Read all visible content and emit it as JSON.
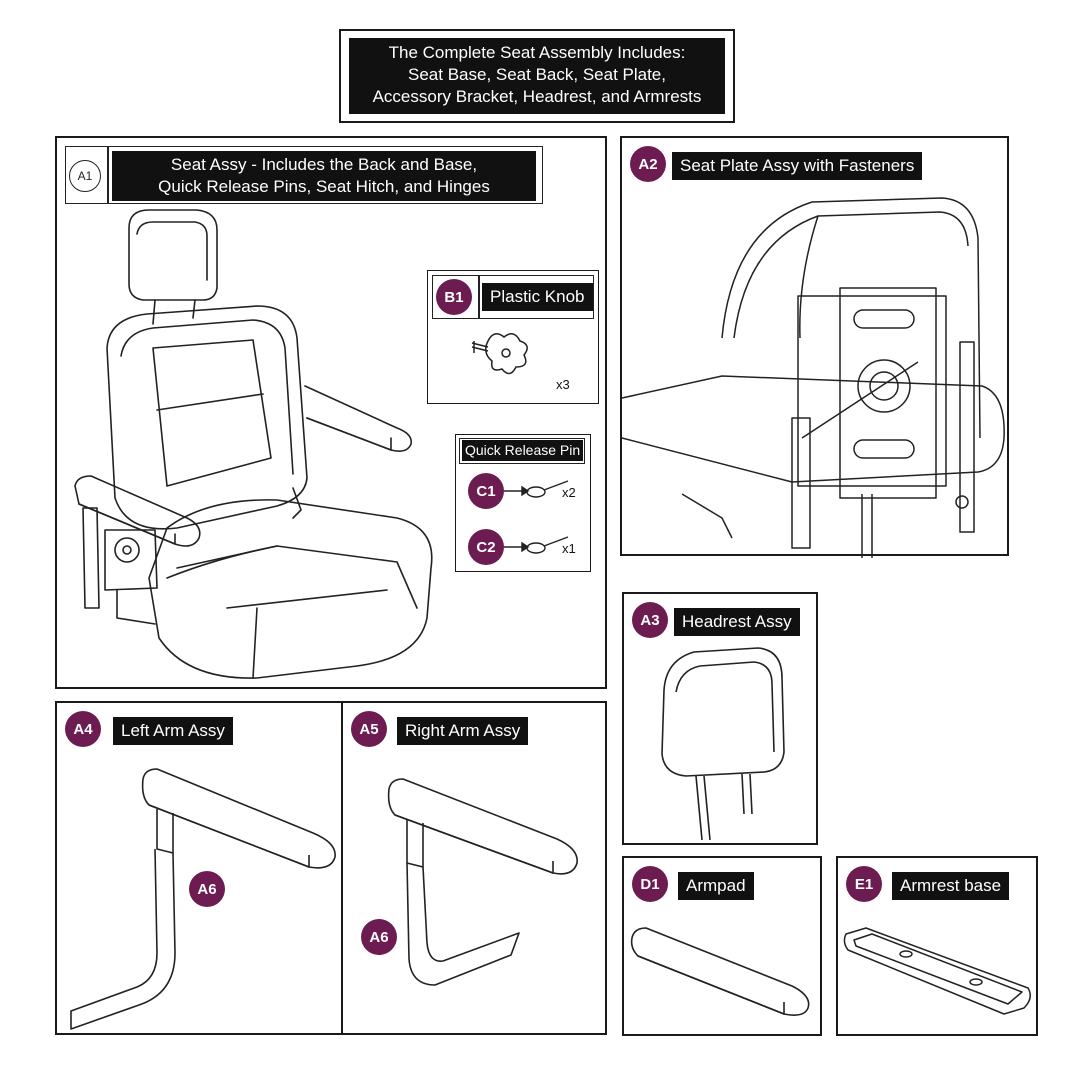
{
  "header": {
    "lines": [
      "The Complete Seat Assembly Includes:",
      "Seat Base, Seat Back, Seat Plate,",
      "Accessory Bracket, Headrest, and Armrests"
    ]
  },
  "panels": {
    "a1": {
      "badge": "A1",
      "label_lines": [
        "Seat Assy - Includes the Back and Base,",
        "Quick Release Pins, Seat Hitch, and Hinges"
      ]
    },
    "b1": {
      "badge": "B1",
      "label": "Plastic Knob",
      "qty": "x3"
    },
    "qrp": {
      "title": "Quick Release Pin",
      "items": [
        {
          "badge": "C1",
          "qty": "x2"
        },
        {
          "badge": "C2",
          "qty": "x1"
        }
      ]
    },
    "a2": {
      "badge": "A2",
      "label": "Seat Plate Assy with Fasteners"
    },
    "a3": {
      "badge": "A3",
      "label": "Headrest Assy"
    },
    "a4": {
      "badge": "A4",
      "label": "Left Arm Assy",
      "callout": "A6"
    },
    "a5": {
      "badge": "A5",
      "label": "Right Arm Assy",
      "callout": "A6"
    },
    "d1": {
      "badge": "D1",
      "label": "Armpad"
    },
    "e1": {
      "badge": "E1",
      "label": "Armrest base"
    }
  },
  "colors": {
    "badge": "#6d1c52",
    "label_bg": "#111111",
    "line": "#1a1a1a"
  }
}
